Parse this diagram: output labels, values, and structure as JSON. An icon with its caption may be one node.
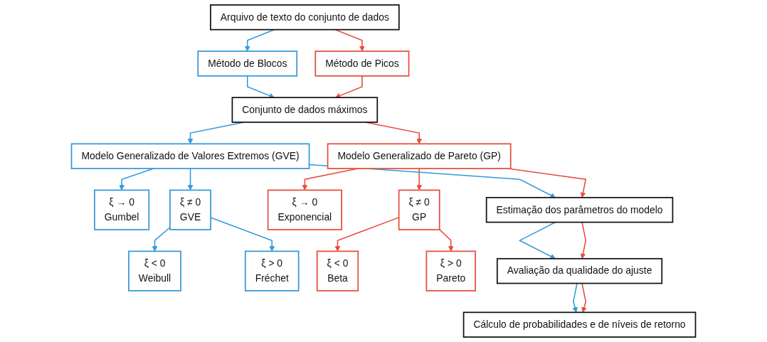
{
  "diagram": {
    "nodes": [
      {
        "text": [
          "Arquivo de texto do conjunto de dados"
        ]
      },
      {
        "text": [
          "Método de Blocos"
        ]
      },
      {
        "text": [
          "Método de Picos"
        ]
      },
      {
        "text": [
          "Conjunto de dados máximos"
        ]
      },
      {
        "text": [
          "ξ → 0",
          "Gumbel"
        ]
      },
      {
        "text": [
          "Modelo Generalizado de Valores Extremos (GVE)"
        ]
      },
      {
        "text": [
          "ξ ≠ 0",
          "GVE"
        ]
      },
      {
        "text": [
          "ξ < 0",
          "Weibull"
        ]
      },
      {
        "text": [
          "ξ > 0",
          "Fréchet"
        ]
      },
      {
        "text": [
          "ξ → 0",
          "Exponencial"
        ]
      },
      {
        "text": [
          "Modelo Generalizado de Pareto (GP)"
        ]
      },
      {
        "text": [
          "ξ ≠ 0",
          "GP"
        ]
      },
      {
        "text": [
          "ξ < 0",
          "Beta"
        ]
      },
      {
        "text": [
          "ξ > 0",
          "Pareto"
        ]
      },
      {
        "text": [
          "Estimação dos parâmetros do modelo"
        ]
      },
      {
        "text": [
          "Avaliação da qualidade do ajuste"
        ]
      },
      {
        "text": [
          "Cálculo de probabilidades e de níveis de retorno"
        ]
      }
    ],
    "edges": [
      {
        "from": 0,
        "to": 1,
        "arrow": "to",
        "color": "#3498db"
      },
      {
        "from": 0,
        "to": 2,
        "arrow": "to",
        "color": "#e74c3c"
      },
      {
        "from": 1,
        "to": 3,
        "arrow": "to",
        "color": "#3498db"
      },
      {
        "from": 2,
        "to": 3,
        "arrow": "to",
        "color": "#e74c3c"
      },
      {
        "from": 3,
        "to": 5,
        "arrow": "to",
        "color": "#3498db"
      },
      {
        "from": 3,
        "to": 10,
        "arrow": "to",
        "color": "#e74c3c"
      },
      {
        "from": 5,
        "to": 4,
        "arrow": "to",
        "color": "#3498db"
      },
      {
        "from": 5,
        "to": 6,
        "arrow": "to",
        "color": "#3498db"
      },
      {
        "from": 6,
        "to": 7,
        "arrow": "to",
        "color": "#3498db"
      },
      {
        "from": 6,
        "to": 8,
        "arrow": "to",
        "color": "#3498db"
      },
      {
        "from": 10,
        "to": 9,
        "arrow": "to",
        "color": "#e74c3c"
      },
      {
        "from": 10,
        "to": 11,
        "arrow": "to",
        "color": "#e74c3c"
      },
      {
        "from": 11,
        "to": 12,
        "arrow": "to",
        "color": "#e74c3c"
      },
      {
        "from": 11,
        "to": 13,
        "arrow": "to",
        "color": "#e74c3c"
      },
      {
        "from": 5,
        "to": 14,
        "arrow": "to",
        "color": "#3498db"
      },
      {
        "from": 10,
        "to": 14,
        "arrow": "to",
        "color": "#e74c3c"
      },
      {
        "from": 14,
        "to": 15,
        "arrow": "to",
        "color": "#3498db"
      },
      {
        "from": 14,
        "to": 15,
        "arrow": "to",
        "color": "#e74c3c"
      },
      {
        "from": 15,
        "to": 16,
        "arrow": "to",
        "color": "#3498db"
      },
      {
        "from": 15,
        "to": 16,
        "arrow": "to",
        "color": "#e74c3c"
      }
    ]
  }
}
